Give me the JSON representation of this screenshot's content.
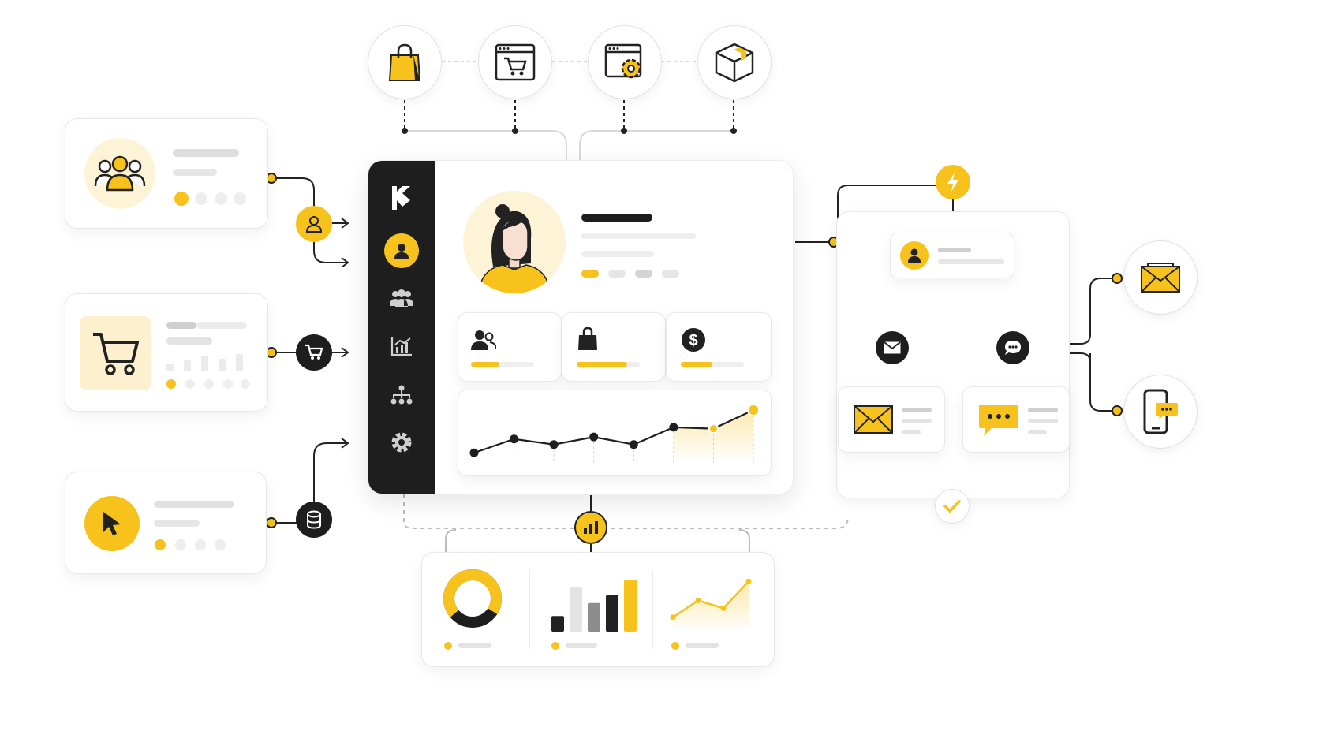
{
  "colors": {
    "accent": "#f6c21b",
    "dark": "#1e1e1e",
    "placeholder": "#e3e3e3",
    "background": "#ffffff"
  },
  "top_services": [
    {
      "icon": "shopping-bag-icon"
    },
    {
      "icon": "web-cart-icon"
    },
    {
      "icon": "web-settings-icon"
    },
    {
      "icon": "package-box-icon"
    }
  ],
  "left_cards": [
    {
      "icon": "users-group-icon",
      "connector_icon": "user-icon"
    },
    {
      "icon": "shopping-cart-icon",
      "connector_icon": "cart-icon"
    },
    {
      "icon": "cursor-pointer-icon",
      "connector_icon": "database-icon"
    }
  ],
  "sidebar": {
    "items": [
      {
        "icon": "logo-flag-icon",
        "active": false
      },
      {
        "icon": "user-profile-icon",
        "active": true
      },
      {
        "icon": "team-icon",
        "active": false
      },
      {
        "icon": "analytics-icon",
        "active": false
      },
      {
        "icon": "hierarchy-icon",
        "active": false
      },
      {
        "icon": "gear-icon",
        "active": false
      }
    ]
  },
  "profile": {
    "avatar": "woman-avatar",
    "status_dots": 4,
    "active_dot": 1
  },
  "stat_cards": [
    {
      "icon": "users-icon",
      "progress": 0.45
    },
    {
      "icon": "bag-icon",
      "progress": 0.8
    },
    {
      "icon": "dollar-icon",
      "progress": 0.5
    }
  ],
  "chart_data": {
    "type": "line",
    "x": [
      1,
      2,
      3,
      4,
      5,
      6,
      7,
      8
    ],
    "series": [
      {
        "values": [
          1.0,
          3.0,
          2.2,
          3.3,
          2.2,
          4.7,
          4.5,
          7.2
        ]
      }
    ],
    "ylim": [
      0,
      8
    ],
    "grid": false
  },
  "automation": {
    "trigger_icon": "lightning-icon",
    "user_icon": "user-icon",
    "branches": [
      {
        "icon": "mail-icon",
        "card_icon": "envelope-icon"
      },
      {
        "icon": "chat-icon",
        "card_icon": "message-bubble-icon"
      }
    ],
    "confirm_icon": "check-icon"
  },
  "right_channels": [
    {
      "icon": "email-icon"
    },
    {
      "icon": "mobile-message-icon"
    }
  ],
  "analytics_hub_icon": "bar-chart-icon",
  "bottom_panel": {
    "donut_fraction": 0.7,
    "bars": [
      {
        "value": 0.3,
        "tone": "dark"
      },
      {
        "value": 0.85,
        "tone": "light"
      },
      {
        "value": 0.55,
        "tone": "mid"
      },
      {
        "value": 0.7,
        "tone": "dark"
      },
      {
        "value": 1.0,
        "tone": "accent"
      }
    ],
    "mini_line": [
      1.0,
      2.5,
      1.8,
      4.2
    ]
  }
}
